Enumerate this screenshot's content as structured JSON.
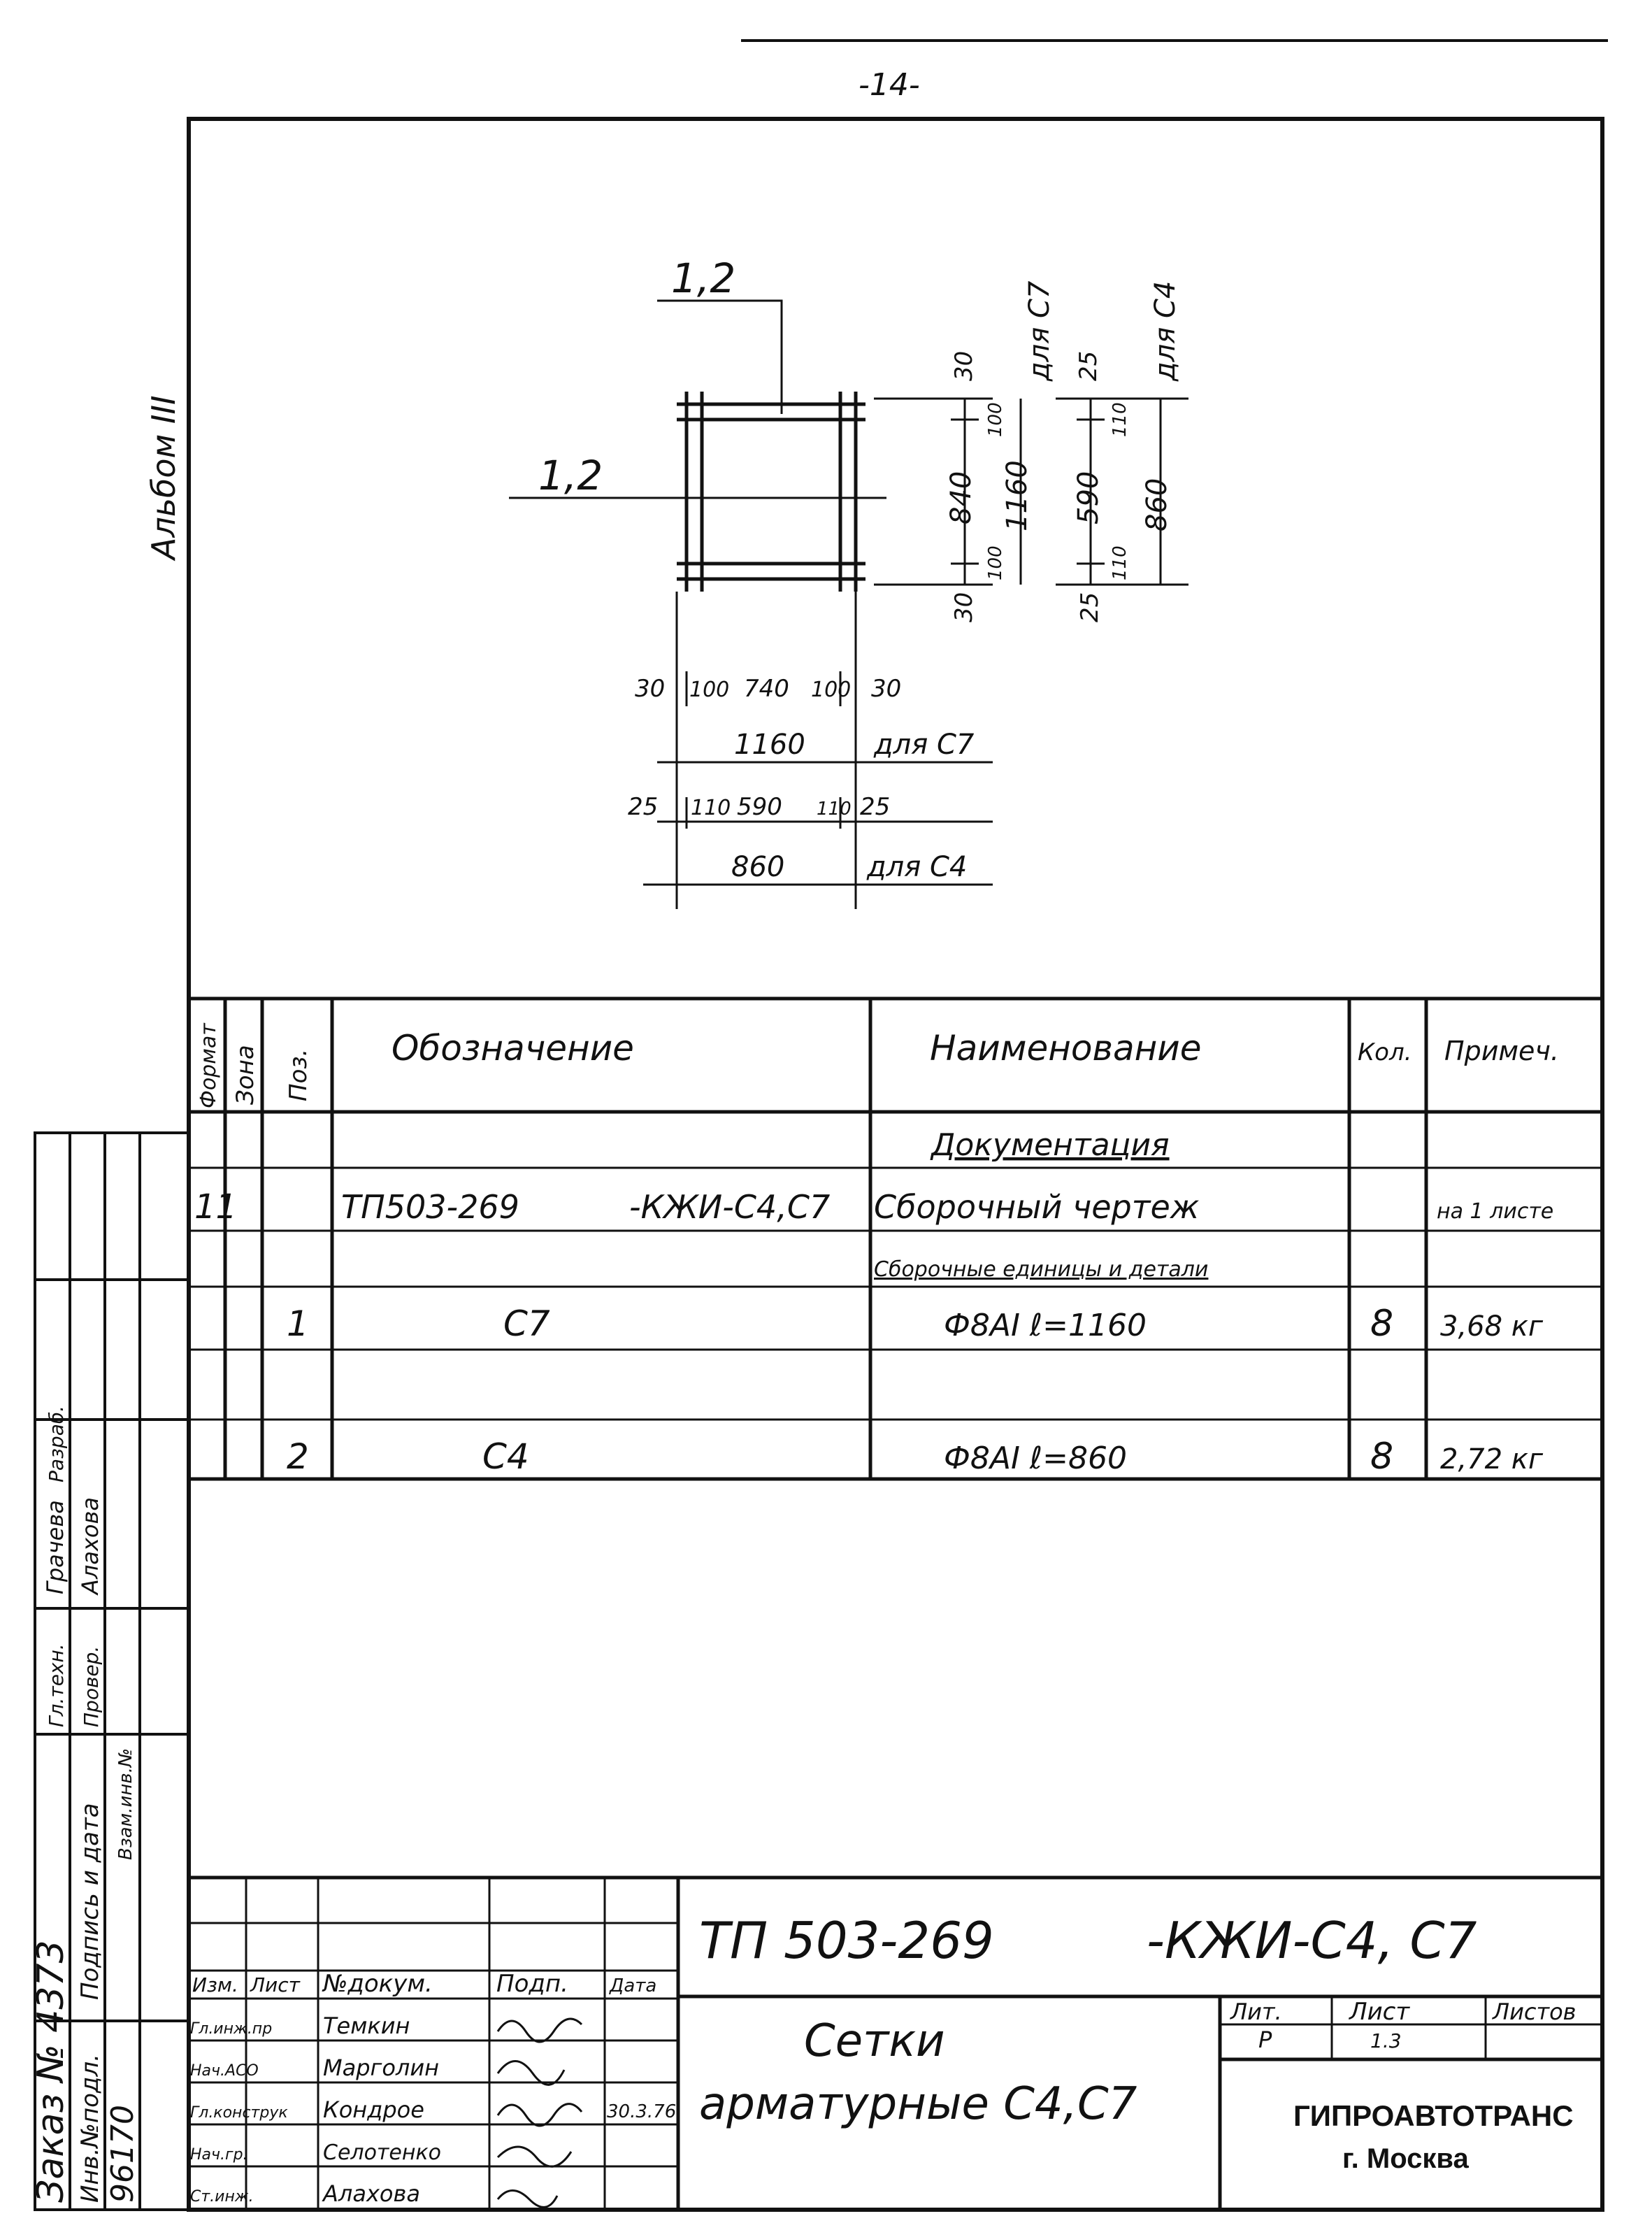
{
  "page_number": "-14-",
  "album_label": "Альбом III",
  "drawing": {
    "pos_labels": [
      "1,2",
      "1,2"
    ],
    "vertical_dims": {
      "c7_header": "для С7",
      "c4_header": "для С4",
      "c7_segments": [
        "30",
        "100",
        "840",
        "100",
        "30"
      ],
      "c7_total": "1160",
      "c4_segments": [
        "25",
        "110",
        "590",
        "110",
        "25"
      ],
      "c4_total": "860"
    },
    "horizontal_dims": {
      "c7_segments": [
        "30",
        "100",
        "740",
        "100",
        "30"
      ],
      "c7_total": "1160",
      "c7_label": "для С7",
      "c4_segments": [
        "25",
        "110",
        "590",
        "110",
        "25"
      ],
      "c4_total": "860",
      "c4_label": "для С4"
    }
  },
  "spec_table": {
    "headers": {
      "format": "Формат",
      "zone": "Зона",
      "pos": "Поз.",
      "designation": "Обозначение",
      "name": "Наименование",
      "qty": "Кол.",
      "note": "Примеч."
    },
    "section_docs": "Документация",
    "section_units": "Сборочные единицы и детали",
    "rows": [
      {
        "format": "11",
        "pos": "",
        "designation_left": "ТП503-269",
        "designation_right": "-КЖИ-С4,С7",
        "name": "Сборочный чертеж",
        "qty": "",
        "note": "на 1 листе"
      },
      {
        "format": "",
        "pos": "1",
        "designation": "С7",
        "name": "Ф8АI  ℓ=1160",
        "qty": "8",
        "note": "3,68 кг"
      },
      {
        "format": "",
        "pos": "2",
        "designation": "С4",
        "name": "Ф8АI  ℓ=860",
        "qty": "8",
        "note": "2,72 кг"
      }
    ]
  },
  "left_stamp": {
    "order": "Заказ № 4373",
    "col_labels": [
      "Инв.№подл.",
      "Подпись и дата",
      "Взам.инв.№"
    ],
    "inv_number": "96170",
    "roles": [
      "Гл.техн.",
      "Провер.",
      "Разраб."
    ],
    "names": [
      "Грачева",
      "Алахова"
    ]
  },
  "title_block": {
    "code": "ТП 503-269",
    "code_suffix": "-КЖИ-С4, С7",
    "title_line1": "Сетки",
    "title_line2": "арматурные С4,С7",
    "header_cols": [
      "Изм.",
      "Лист",
      "№докум.",
      "Подп.",
      "Дата"
    ],
    "persons": [
      {
        "role": "Гл.инж.пр",
        "name": "Темкин"
      },
      {
        "role": "Нач.АСО",
        "name": "Марголин"
      },
      {
        "role": "Гл.конструк",
        "name": "Кондрое"
      },
      {
        "role": "Нач.гр.",
        "name": "Селотенко"
      },
      {
        "role": "Ст.инж.",
        "name": "Алахова"
      }
    ],
    "date_value": "30.3.76",
    "lit_label": "Лит.",
    "sheet_label": "Лист",
    "sheets_label": "Листов",
    "lit_value": "Р",
    "sheet_value": "1.3",
    "org_name": "ГИПРОАВТОТРАНС",
    "org_city": "г. Москва"
  }
}
